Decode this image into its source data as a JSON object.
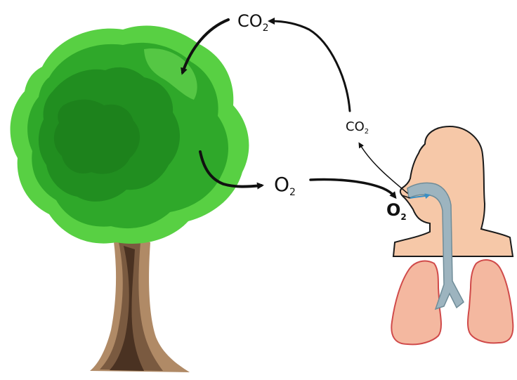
{
  "labels": {
    "co2_top": {
      "main": "CO",
      "sub": "2"
    },
    "co2_exhale": {
      "main": "CO",
      "sub": "2"
    },
    "o2_tree": {
      "main": "O",
      "sub": "2"
    },
    "o2_inhale": {
      "main": "O",
      "sub": "2"
    }
  },
  "colors": {
    "foliage_dark": "#1f8a1f",
    "foliage_mid": "#2fa82a",
    "foliage_light": "#58d043",
    "trunk_dark": "#4a3222",
    "trunk_mid": "#7a5a40",
    "trunk_light": "#b08a66",
    "skin": "#f6c8a8",
    "lung_fill": "#f4b8a0",
    "lung_outline": "#d04a4a",
    "airway": "#9db4bf",
    "airway_dark": "#6f8c98",
    "breath_arrow": "#3a8fc4",
    "arrow": "#111111"
  }
}
